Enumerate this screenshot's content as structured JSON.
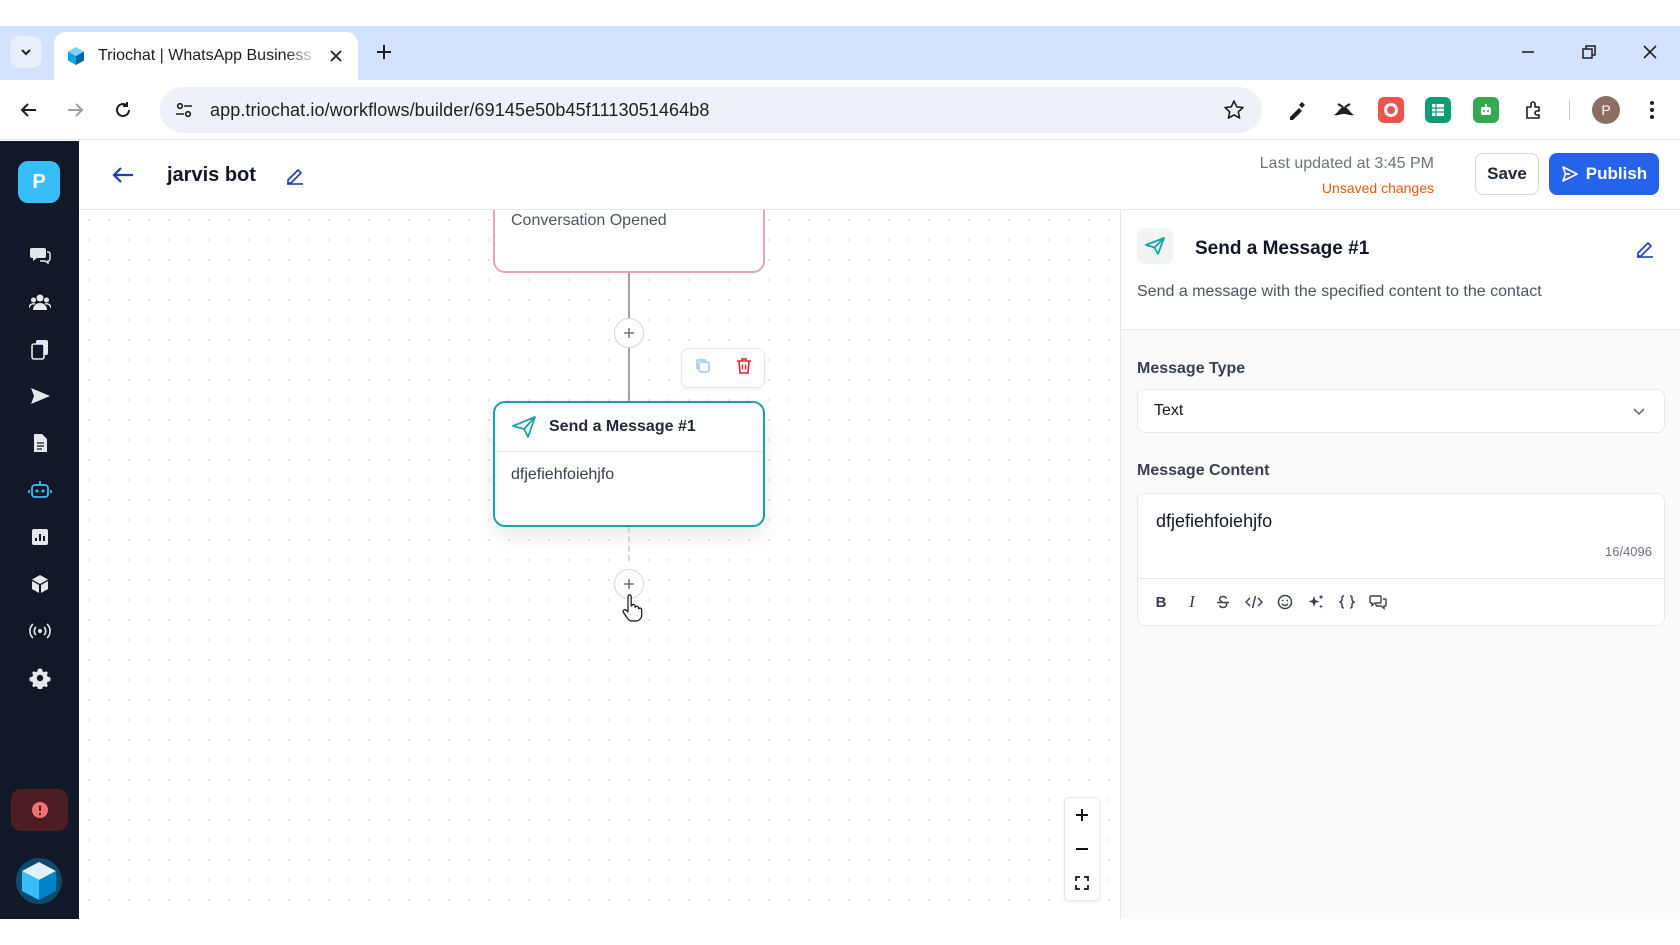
{
  "browser": {
    "tab_title": "Triochat | WhatsApp Business Team Inbox",
    "url": "app.triochat.io/workflows/builder/69145e50b45f1113051464b8",
    "profile_initial": "P"
  },
  "sidebar": {
    "workspace_initial": "P",
    "items": [
      {
        "icon": "chat-bubbles-icon"
      },
      {
        "icon": "contacts-icon"
      },
      {
        "icon": "documents-icon"
      },
      {
        "icon": "send-icon"
      },
      {
        "icon": "file-icon"
      },
      {
        "icon": "bot-icon"
      },
      {
        "icon": "chart-icon"
      },
      {
        "icon": "box-icon"
      },
      {
        "icon": "broadcast-icon"
      },
      {
        "icon": "gear-icon"
      }
    ]
  },
  "header": {
    "flow_name": "jarvis bot",
    "last_updated": "Last updated at 3:45 PM",
    "unsaved": "Unsaved changes",
    "save_label": "Save",
    "publish_label": "Publish"
  },
  "canvas": {
    "trigger_label": "Conversation Opened",
    "node_title": "Send a Message #1",
    "node_body": "dfjefiehfoiehjfo"
  },
  "panel": {
    "title": "Send a Message #1",
    "description": "Send a message with the specified content to the contact",
    "message_type_label": "Message Type",
    "message_type_value": "Text",
    "message_content_label": "Message Content",
    "message_content_value": "dfjefiehfoiehjfo",
    "char_count": "16/4096"
  },
  "colors": {
    "accent": "#2563eb",
    "node_border": "#14a4a4",
    "trigger_border": "#e7a5b4",
    "unsaved": "#ea580c",
    "sidebar_bg": "#111827"
  }
}
